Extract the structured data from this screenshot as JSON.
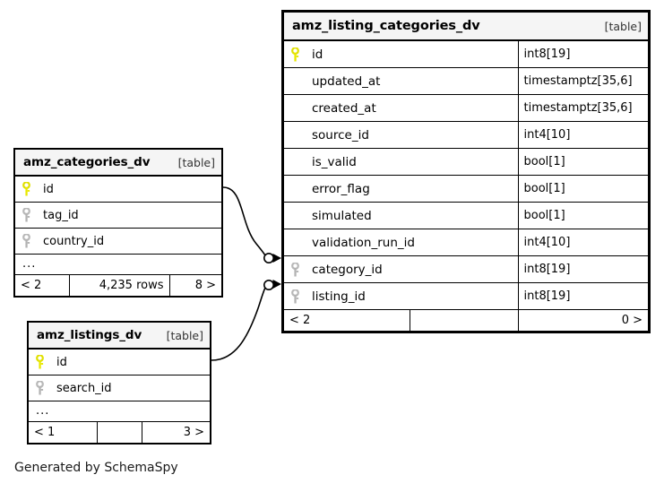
{
  "diagram": {
    "generator_note": "Generated by SchemaSpy",
    "type_tag": "[table]",
    "ellipsis": "...",
    "colors": {
      "primary_key": "#e8e800",
      "foreign_key": "#b3b3b3",
      "border": "#000000",
      "header_bg": "#f5f5f5",
      "page_bg": "#ffffff"
    }
  },
  "tables": {
    "listing_categories": {
      "name": "amz_listing_categories_dv",
      "tag": "[table]",
      "columns": [
        {
          "key": "primary",
          "name": "id",
          "type": "int8[19]"
        },
        {
          "key": "none",
          "name": "updated_at",
          "type": "timestamptz[35,6]"
        },
        {
          "key": "none",
          "name": "created_at",
          "type": "timestamptz[35,6]"
        },
        {
          "key": "none",
          "name": "source_id",
          "type": "int4[10]"
        },
        {
          "key": "none",
          "name": "is_valid",
          "type": "bool[1]"
        },
        {
          "key": "none",
          "name": "error_flag",
          "type": "bool[1]"
        },
        {
          "key": "none",
          "name": "simulated",
          "type": "bool[1]"
        },
        {
          "key": "none",
          "name": "validation_run_id",
          "type": "int4[10]"
        },
        {
          "key": "foreign",
          "name": "category_id",
          "type": "int8[19]"
        },
        {
          "key": "foreign",
          "name": "listing_id",
          "type": "int8[19]"
        }
      ],
      "footer": {
        "left": "< 2",
        "middle": "",
        "right": "0 >"
      }
    },
    "categories": {
      "name": "amz_categories_dv",
      "tag": "[table]",
      "columns": [
        {
          "key": "primary",
          "name": "id"
        },
        {
          "key": "foreign",
          "name": "tag_id"
        },
        {
          "key": "foreign",
          "name": "country_id"
        }
      ],
      "ellipsis": "...",
      "footer": {
        "left": "< 2",
        "middle": "4,235 rows",
        "right": "8 >"
      }
    },
    "listings": {
      "name": "amz_listings_dv",
      "tag": "[table]",
      "columns": [
        {
          "key": "primary",
          "name": "id"
        },
        {
          "key": "foreign",
          "name": "search_id"
        }
      ],
      "ellipsis": "...",
      "footer": {
        "left": "< 1",
        "middle": "",
        "right": "3 >"
      }
    }
  },
  "relationships": [
    {
      "from_table": "amz_categories_dv",
      "from_column": "id",
      "to_table": "amz_listing_categories_dv",
      "to_column": "category_id"
    },
    {
      "from_table": "amz_listings_dv",
      "from_column": "id",
      "to_table": "amz_listing_categories_dv",
      "to_column": "listing_id"
    }
  ]
}
